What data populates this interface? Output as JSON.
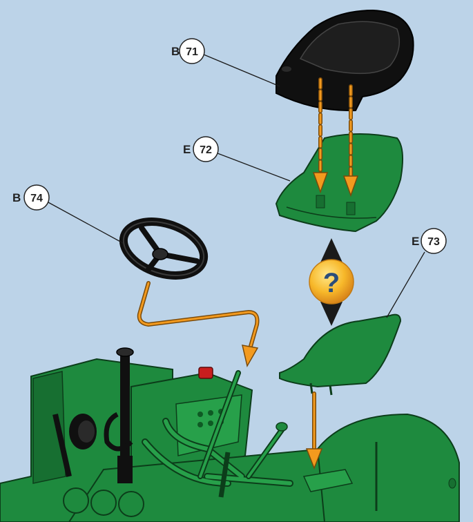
{
  "background": "#bcd3e8",
  "colors": {
    "part_green": "#1e8a3e",
    "part_dark": "#101010",
    "arrow_orange": "#f39a1e",
    "badge_orange": "#f7b82a",
    "callout_line": "#1a1a1a"
  },
  "callouts": [
    {
      "id": "71",
      "letter": "B",
      "number": "71",
      "part": "black seat cushion"
    },
    {
      "id": "72",
      "letter": "E",
      "number": "72",
      "part": "green seat pan"
    },
    {
      "id": "73",
      "letter": "E",
      "number": "73",
      "part": "green seat pan (alternative)"
    },
    {
      "id": "74",
      "letter": "B",
      "number": "74",
      "part": "steering wheel"
    }
  ],
  "question_badge": {
    "symbol": "?",
    "icon": "question-badge-icon"
  }
}
